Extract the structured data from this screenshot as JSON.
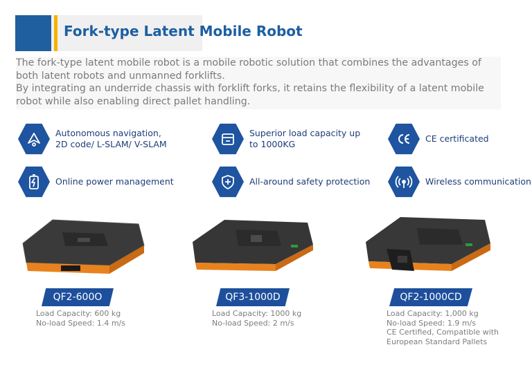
{
  "header": {
    "title": "Fork-type Latent Mobile Robot"
  },
  "description": {
    "paragraph1": "The fork-type latent mobile robot is a mobile robotic solution that combines the advantages of both latent robots and unmanned forklifts.",
    "paragraph2": "By integrating an underride chassis with forklift forks, it retains the flexibility of a latent mobile robot while also enabling direct pallet handling."
  },
  "features": [
    {
      "icon": "navigation-icon",
      "line1": "Autonomous navigation,",
      "line2": "2D code/ L-SLAM/ V-SLAM"
    },
    {
      "icon": "load-box-icon",
      "line1": "Superior load capacity up",
      "line2": "to 1000KG"
    },
    {
      "icon": "ce-icon",
      "line1": "CE certificated",
      "line2": ""
    },
    {
      "icon": "battery-icon",
      "line1": "Online power management",
      "line2": ""
    },
    {
      "icon": "shield-icon",
      "line1": "All-around safety protection",
      "line2": ""
    },
    {
      "icon": "wireless-icon",
      "line1": "Wireless communication",
      "line2": ""
    }
  ],
  "colors": {
    "brand_blue": "#1d5fa3",
    "accent_yellow": "#f2b400",
    "robot_orange": "#e8821e",
    "robot_dark": "#2b2b2b"
  },
  "products": [
    {
      "model": "QF2-600O",
      "specs": [
        "Load Capacity: 600 kg",
        "No-load Speed: 1.4 m/s"
      ]
    },
    {
      "model": "QF3-1000D",
      "specs": [
        "Load Capacity: 1000 kg",
        "No-load Speed: 2 m/s"
      ]
    },
    {
      "model": "QF2-1000CD",
      "specs": [
        "Load Capacity: 1,000 kg",
        "No-load Speed: 1.9 m/s",
        "CE Certified, Compatible with",
        "European Standard Pallets"
      ]
    }
  ]
}
